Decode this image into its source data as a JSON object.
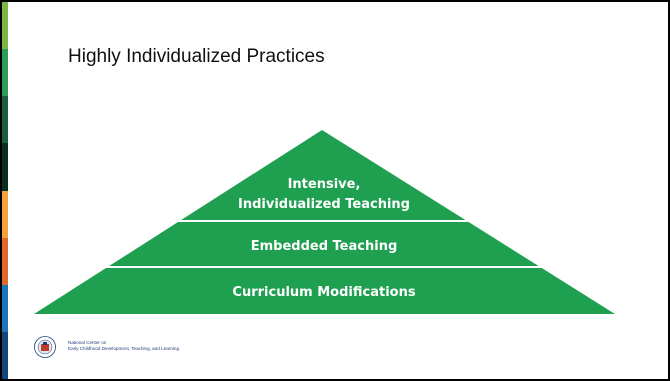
{
  "slide": {
    "title": "Highly Individualized Practices"
  },
  "pyramid": {
    "fill_color": "#1fa050",
    "divider_color": "#ffffff",
    "tiers": [
      {
        "line1": "Intensive,",
        "line2": "Individualized Teaching"
      },
      {
        "line1": "Embedded Teaching"
      },
      {
        "line1": "Curriculum Modifications"
      }
    ]
  },
  "footer": {
    "logo_icon": "ncecdtl-seal-icon",
    "org_line1": "National Center on",
    "org_line2": "Early Childhood Development, Teaching, and Learning"
  },
  "sidebar": {
    "colors": [
      "#7ab648",
      "#2e9b57",
      "#1a5f3a",
      "#0b2e22",
      "#f2a43a",
      "#e06a2c",
      "#1d74b8",
      "#13467a"
    ]
  }
}
